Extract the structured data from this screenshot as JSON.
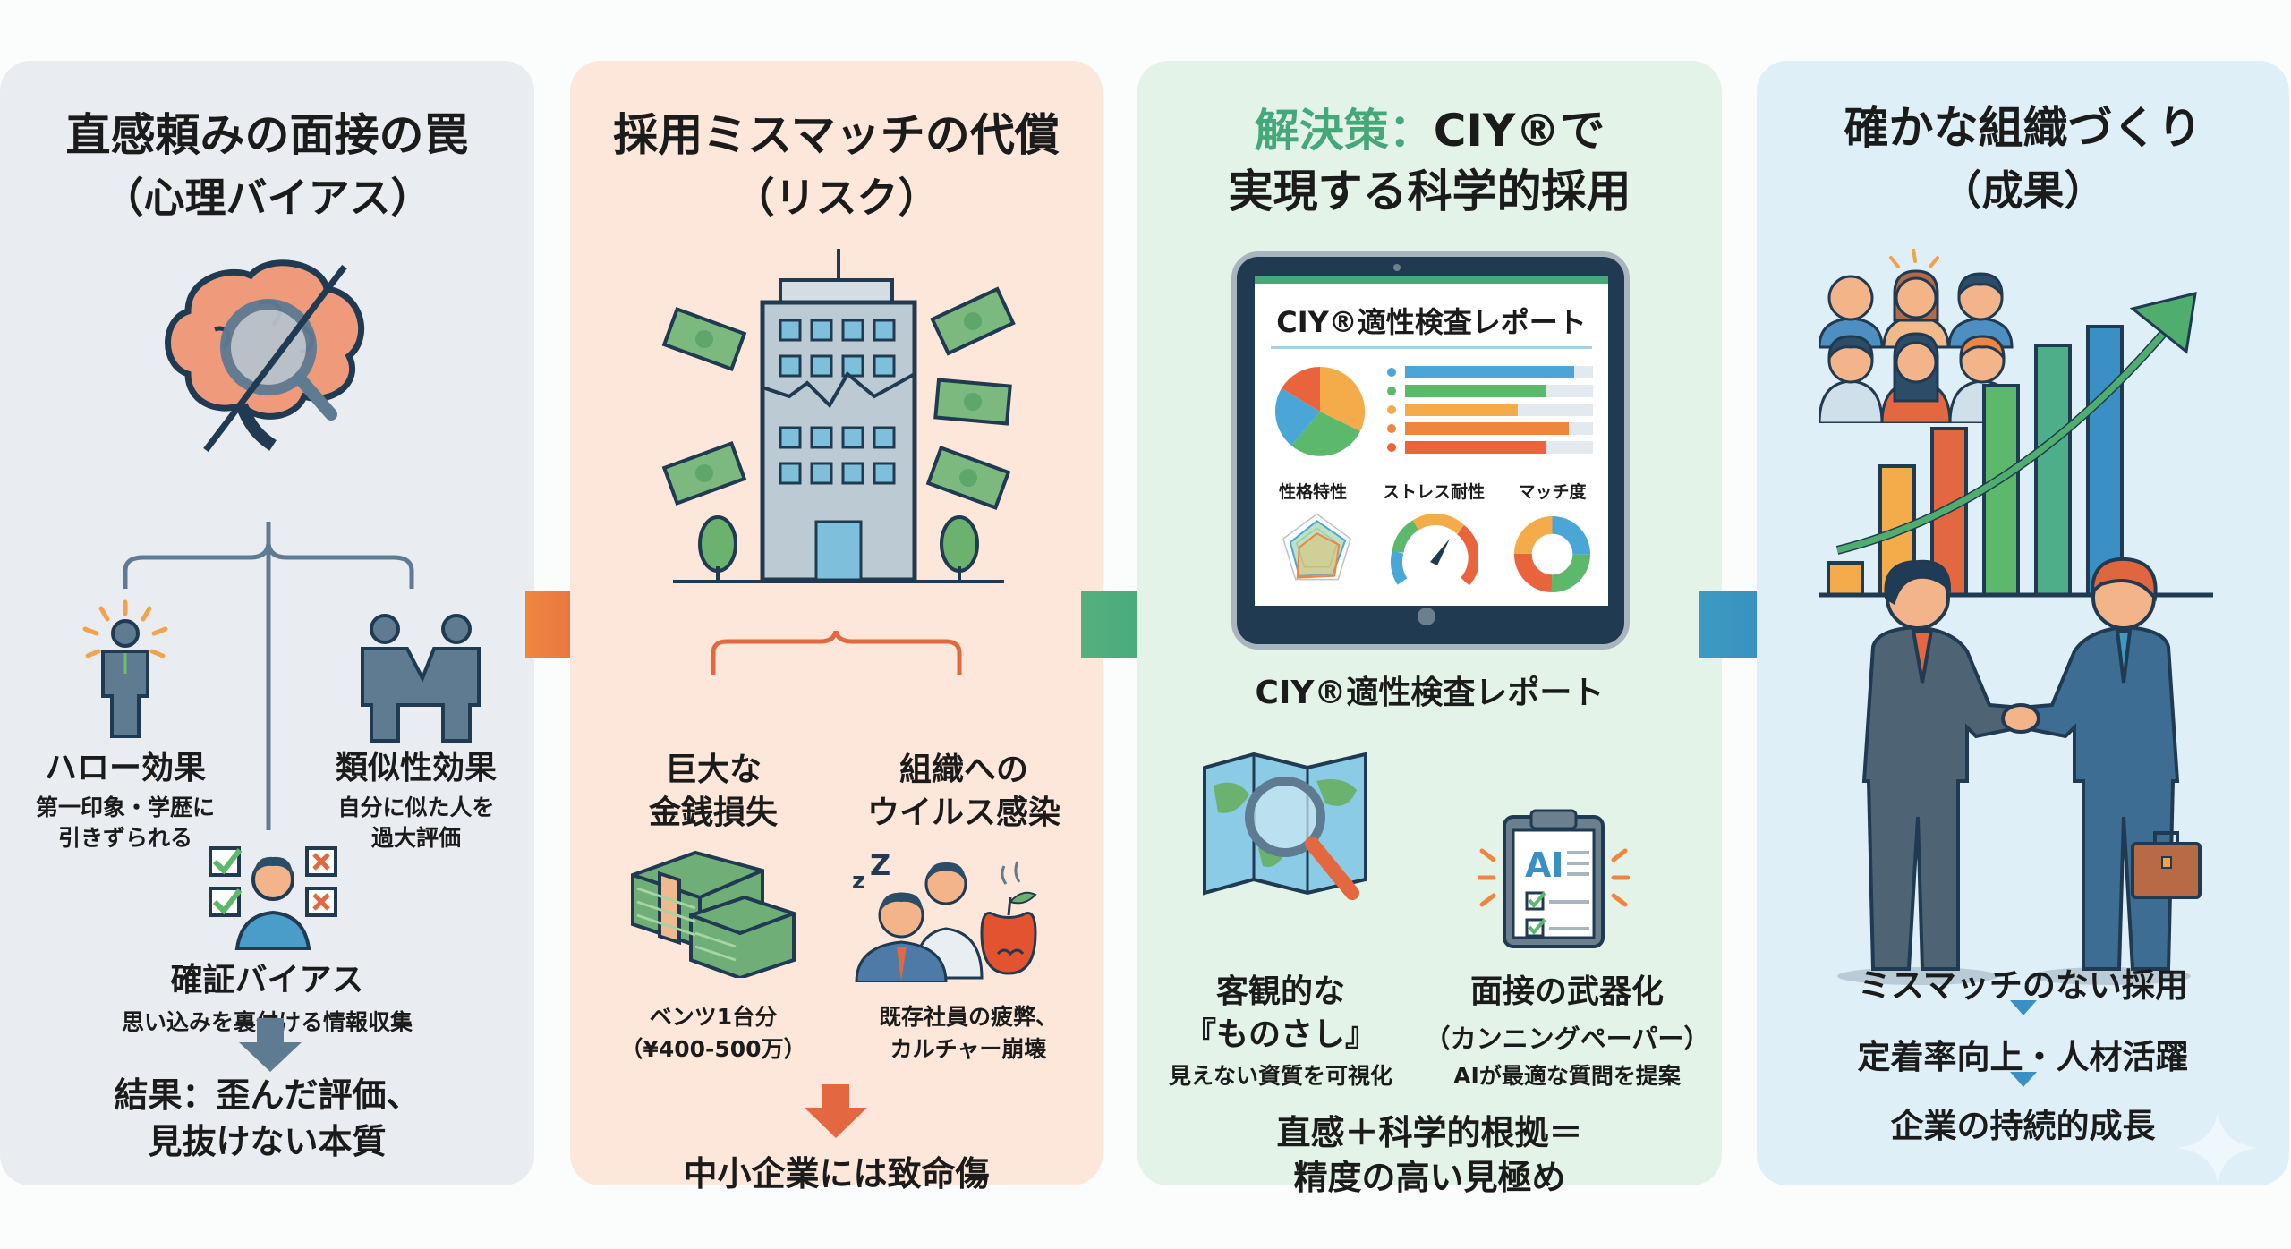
{
  "card1": {
    "title_line1": "直感頼みの面接の罠",
    "title_line2": "（心理バイアス）",
    "halo": {
      "title": "ハロー効果",
      "desc1": "第一印象・学歴に",
      "desc2": "引きずられる"
    },
    "similarity": {
      "title": "類似性効果",
      "desc1": "自分に似た人を",
      "desc2": "過大評価"
    },
    "confirmation": {
      "title": "確証バイアス",
      "desc": "思い込みを裏付ける情報収集"
    },
    "result_line1": "結果：歪んだ評価、",
    "result_line2": "見抜けない本質"
  },
  "card2": {
    "title_line1": "採用ミスマッチの代償",
    "title_line2": "（リスク）",
    "money": {
      "title1": "巨大な",
      "title2": "金銭損失",
      "desc1": "ベンツ1台分",
      "desc2": "（¥400-500万）"
    },
    "virus": {
      "title1": "組織への",
      "title2": "ウイルス感染",
      "desc1": "既存社員の疲弊、",
      "desc2": "カルチャー崩壊"
    },
    "conclusion": "中小企業には致命傷"
  },
  "card3": {
    "title_accent": "解決策：",
    "title_rest": "CIY®で",
    "title_line2": "実現する科学的採用",
    "tablet": {
      "report_title": "CIY®適性検査レポート",
      "labels": [
        "性格特性",
        "ストレス耐性",
        "マッチ度"
      ],
      "bars": [
        0.9,
        0.75,
        0.6,
        0.87,
        0.75
      ]
    },
    "caption": "CIY®適性検査レポート",
    "measure": {
      "title1": "客観的な",
      "title2": "『ものさし』",
      "desc": "見えない資質を可視化"
    },
    "weapon": {
      "title1": "面接の武器化",
      "title2": "（カンニングペーパー）",
      "desc": "AIが最適な質問を提案",
      "badge": "AI"
    },
    "conclusion_line1": "直感＋科学的根拠＝",
    "conclusion_line2": "精度の高い見極め"
  },
  "card4": {
    "title_line1": "確かな組織づくり",
    "title_line2": "（成果）",
    "steps": [
      "ミスマッチのない採用",
      "定着率向上・人材活躍",
      "企業の持続的成長"
    ],
    "growth_bars": [
      0.12,
      0.48,
      0.62,
      0.78,
      0.93,
      1.0
    ]
  },
  "colors": {
    "card1_bg": "#e9edf1",
    "card2_bg": "#fce7da",
    "card3_bg": "#e3f3e8",
    "card4_bg": "#dfeff8",
    "arrow1": "#e4683f",
    "arrow2": "#45a87a",
    "arrow3": "#3a8fc4",
    "accent_green": "#45a87a",
    "slate": "#5e7b92",
    "orange": "#e4683f",
    "navy": "#203a52"
  }
}
